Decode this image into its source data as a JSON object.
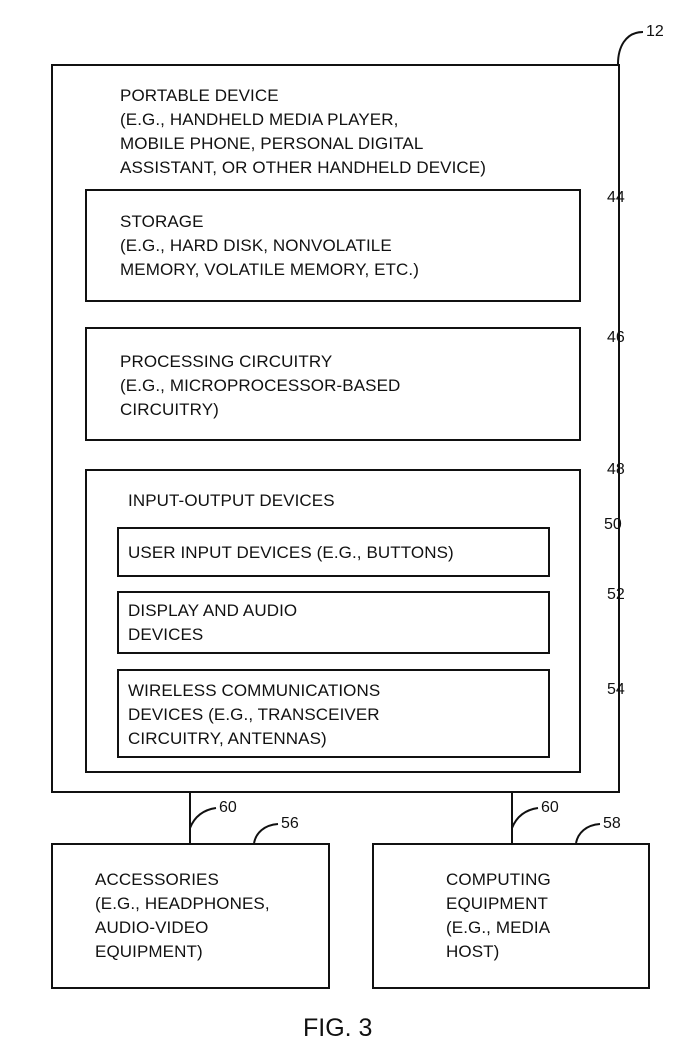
{
  "portable_device": {
    "ref": "12",
    "text": "PORTABLE DEVICE\n(E.G., HANDHELD MEDIA PLAYER,\nMOBILE PHONE, PERSONAL DIGITAL\nASSISTANT, OR OTHER HANDHELD DEVICE)"
  },
  "storage": {
    "ref": "44",
    "text": "STORAGE\n(E.G., HARD DISK, NONVOLATILE\nMEMORY, VOLATILE MEMORY, ETC.)"
  },
  "processing": {
    "ref": "46",
    "text": "PROCESSING CIRCUITRY\n(E.G., MICROPROCESSOR-BASED\nCIRCUITRY)"
  },
  "io_devices": {
    "ref": "48",
    "text": "INPUT-OUTPUT DEVICES"
  },
  "user_input": {
    "ref": "50",
    "text": "USER INPUT DEVICES (E.G., BUTTONS)"
  },
  "display_audio": {
    "ref": "52",
    "text": "DISPLAY AND AUDIO\nDEVICES"
  },
  "wireless": {
    "ref": "54",
    "text": "WIRELESS COMMUNICATIONS\nDEVICES (E.G., TRANSCEIVER\nCIRCUITRY, ANTENNAS)"
  },
  "connection_left": {
    "ref": "60"
  },
  "connection_right": {
    "ref": "60"
  },
  "accessories": {
    "ref": "56",
    "text": "ACCESSORIES\n(E.G., HEADPHONES,\nAUDIO-VIDEO\nEQUIPMENT)"
  },
  "computing": {
    "ref": "58",
    "text": "COMPUTING\nEQUIPMENT\n(E.G., MEDIA\nHOST)"
  },
  "figure_label": "FIG. 3"
}
